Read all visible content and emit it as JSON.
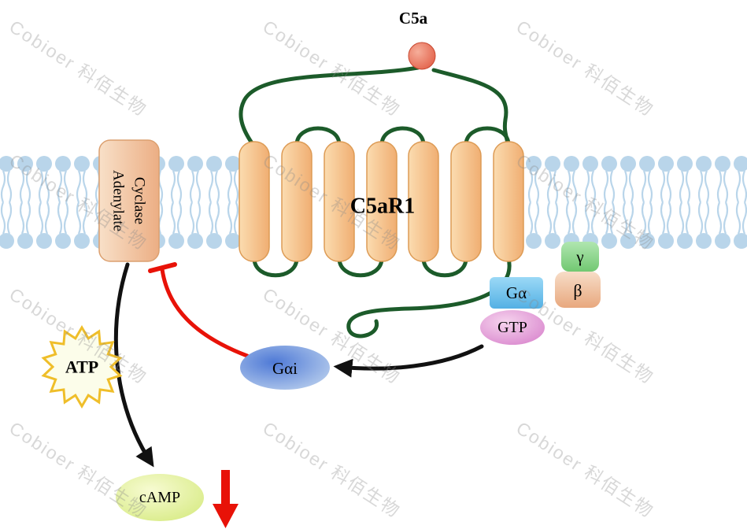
{
  "labels": {
    "ligand": "C5a",
    "receptor": "C5aR1",
    "enzyme_line1": "Adenylate",
    "enzyme_line2": "Cyclase",
    "g_alpha": "Gα",
    "gamma": "γ",
    "beta": "β",
    "gtp": "GTP",
    "g_alpha_i": "Gαi",
    "atp": "ATP",
    "camp": "cAMP"
  },
  "watermark": {
    "text": "Cobioer   科佰生物"
  },
  "colors": {
    "membrane_blue": "#b9d5ea",
    "helix_orange": "#f6c089",
    "helix_border": "#dd9b55",
    "loop_green": "#1c5b2a",
    "enzyme_peach": "#f2c8a2",
    "g_alpha_blue": "#6fc0ea",
    "gamma_green": "#8ed48e",
    "beta_peach": "#eebf9a",
    "gtp_pink": "#dd8ed2",
    "g_alpha_i_blue": "#4e79d6",
    "camp_yellow_green": "#dcee8a",
    "c5a_red": "#e2604a",
    "atp_text_green": "#1ba31b",
    "atp_border_gold": "#efbe2a",
    "arrow_black": "#111111",
    "inhibition_red": "#e81208",
    "watermark_gray": "#8a8a8a"
  }
}
